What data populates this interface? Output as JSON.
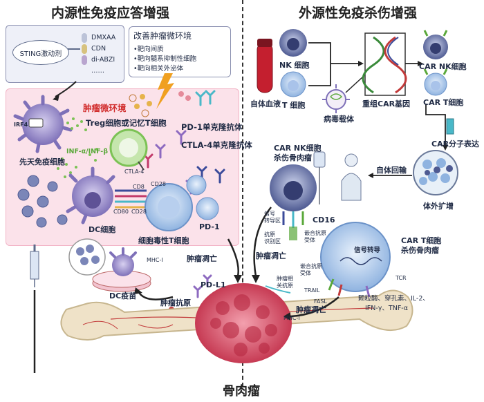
{
  "left_title": "内源性免疫应答增强",
  "right_title": "外源性免疫杀伤增强",
  "bottom_title": "骨肉瘤",
  "sting": {
    "label": "STING激动剂",
    "drugs": [
      "DMXAA",
      "CDN",
      "di-ABZI",
      "……"
    ]
  },
  "improve": {
    "title": "改善肿瘤微环境",
    "items": [
      "•靶向间质",
      "•靶向髓系抑制性细胞",
      "•靶向相关外泌体"
    ]
  },
  "tme": {
    "title": "肿瘤微环境",
    "treg": "Treg细胞或记忆T细胞",
    "pd1_ab": "PD-1单克隆抗体",
    "ctla4_ab": "CTLA-4单克隆抗体",
    "ctla4": "CTLA-4",
    "irf4": "IRF4",
    "inf": "INF-α/INF-β",
    "innate": "先天免疫细胞",
    "dc": "DC细胞",
    "cd8": "CD8",
    "cd28a": "CD28",
    "cd80": "CD80",
    "cd28b": "CD28",
    "ctl": "细胞毒性T细胞",
    "pd1": "PD-1"
  },
  "left_bottom": {
    "mhc": "MHC-I",
    "dc_vaccine": "DC疫苗",
    "antigen": "肿瘤抗原",
    "apoptosis": "肿瘤凋亡",
    "pdl1": "PD-L1"
  },
  "right": {
    "blood": "自体血液",
    "nk": "NK 细胞",
    "t": "T 细胞",
    "virus": "病毒载体",
    "gene": "重组CAR基因",
    "car_nk": "CAR NK细胞",
    "car_t": "CAR T细胞",
    "expr": "CAR分子表达",
    "expand": "体外扩增",
    "reinfuse": "自体回输",
    "car_nk_kill": [
      "CAR NK细胞",
      "杀伤骨肉瘤"
    ],
    "cd16": "CD16",
    "signal_region": [
      "信号",
      "转导区"
    ],
    "antigen_region": [
      "抗原",
      "识别区"
    ],
    "chimeric": [
      "嵌合抗原",
      "受体"
    ],
    "apoptosis1": "肿瘤凋亡",
    "car_t_kill": [
      "CAR T细胞",
      "杀伤骨肉瘤"
    ],
    "signal": "信号转导",
    "chimeric2": [
      "嵌合抗原",
      "受体"
    ],
    "tumor_ag": [
      "肿瘤相",
      "关抗原"
    ],
    "trail": "TRAIL",
    "fasl": "FASL",
    "tcr": "TCR",
    "cytokines": [
      "颗粒酶、穿孔素、IL-2、",
      "IFN-γ、TNF-α"
    ],
    "apoptosis2": "肿瘤凋亡",
    "mhc": "MHC-I"
  },
  "colors": {
    "tme_bg": "#fbe2ea",
    "tumor": "#d6405a",
    "bone": "#efe2c8",
    "cell_purple": "#8b7fc4",
    "cell_blue": "#8fb3e0",
    "green_cell": "#9fd27a"
  }
}
